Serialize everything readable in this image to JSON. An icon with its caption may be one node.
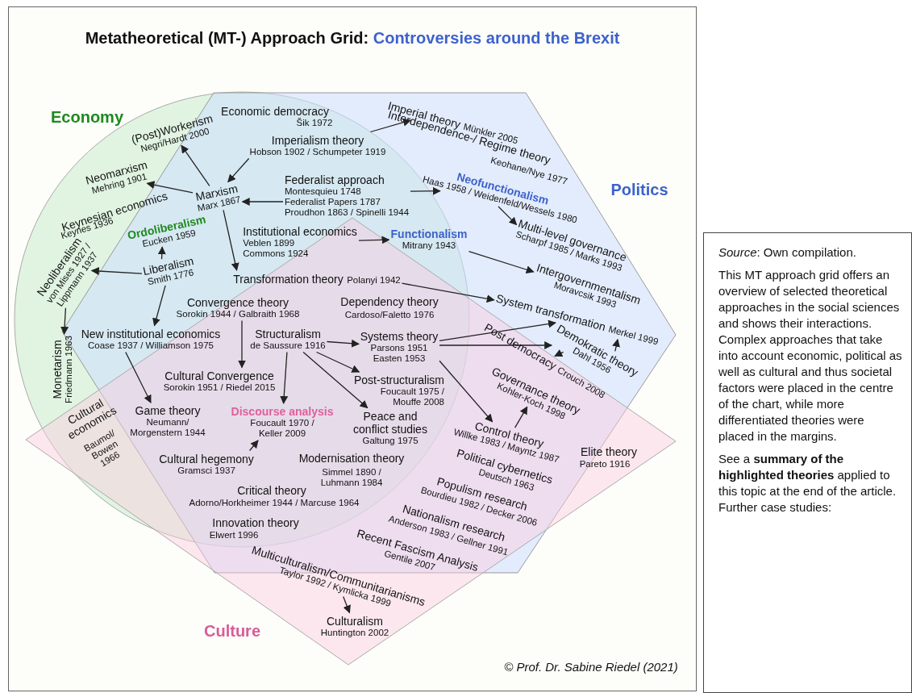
{
  "diagram": {
    "title": "Metatheoretical (MT-) Approach Grid: Controversies around the Brexit",
    "nodes": [
      {
        "text": [
          "Imperialism theory",
          "Hobson 1902 / Schumpeter 1919"
        ]
      },
      {
        "text": [
          "Imperial theory",
          "Münkler 2005"
        ]
      },
      {
        "text": [
          "Marxism",
          "Marx 1867"
        ]
      },
      {
        "text": [
          "(Post)Workerism",
          "Negri/Hardt 2000"
        ]
      },
      {
        "text": [
          "Neomarxism",
          "Mehring 1901"
        ]
      },
      {
        "text": [
          "Federalist approach",
          "Montesquieu 1748",
          "Federalist Papers 1787",
          "Proudhon 1863 / Spinelli 1944"
        ]
      },
      {
        "text": [
          "Neofunctionalism",
          "Haas 1958 / Weidenfeld/Wessels 1980"
        ]
      },
      {
        "text": [
          "Transformation theory",
          "Polanyi 1942"
        ]
      },
      {
        "text": [
          "Multi-level governance",
          "Scharpf 1985 / Marks 1993"
        ]
      },
      {
        "text": [
          "Institutional economics",
          "Veblen 1899",
          "Commons 1924"
        ]
      },
      {
        "text": [
          "Functionalism",
          "Mitrany 1943"
        ]
      },
      {
        "text": [
          "Intergovernmentalism",
          "Moravcsik 1993"
        ]
      },
      {
        "text": [
          "System transformation",
          "Merkel 1999"
        ]
      },
      {
        "text": [
          "Liberalism",
          "Smith 1776"
        ]
      },
      {
        "text": [
          "Ordoliberalism",
          "Eucken 1959"
        ]
      },
      {
        "text": [
          "Neoliberalism",
          "von Mises 1927 / Lippmann 1937"
        ]
      },
      {
        "text": [
          "New institutional economics",
          "Coase 1937 / Williamson 1975"
        ]
      },
      {
        "text": [
          "Monetarism",
          "Friedmann 1963"
        ]
      },
      {
        "text": [
          "Game theory",
          "Neumann/ Morgenstern 1944"
        ]
      },
      {
        "text": [
          "Convergence theory",
          "Sorokin 1944 / Galbraith 1968"
        ]
      },
      {
        "text": [
          "Cultural Convergence",
          "Sorokin 1951 / Riedel 2015"
        ]
      },
      {
        "text": [
          "Structuralism",
          "de Saussure 1916"
        ]
      },
      {
        "text": [
          "Systems theory",
          "Parsons 1951",
          "Easten 1953"
        ]
      },
      {
        "text": [
          "Post-structuralism",
          "Foucault 1975 / Mouffe 2008"
        ]
      },
      {
        "text": [
          "Discourse analysis",
          "Foucault 1970 / Keller 2009"
        ]
      },
      {
        "text": [
          "Peace and conflict studies",
          "Galtung 1975"
        ]
      },
      {
        "text": [
          "Cultural hegemony",
          "Gramsci 1937"
        ]
      },
      {
        "text": [
          "Demokratic theory",
          "Dahl 1956"
        ]
      },
      {
        "text": [
          "Post democracy",
          "Crouch 2008"
        ]
      },
      {
        "text": [
          "Control theory",
          "Willke 1983 / Mayntz 1987"
        ]
      },
      {
        "text": [
          "Governance theory",
          "Kohler-Koch 1998"
        ]
      },
      {
        "text": [
          "Multiculturalism/Communitarianisms",
          "Taylor 1992 / Kymlicka 1999"
        ]
      },
      {
        "text": [
          "Culturalism",
          "Huntington 2002"
        ]
      }
    ],
    "edges": [
      {
        "from": 0,
        "to": 1,
        "arrow": "to"
      },
      {
        "from": 0,
        "to": 2,
        "arrow": "to"
      },
      {
        "from": 2,
        "to": 3,
        "arrow": "to"
      },
      {
        "from": 2,
        "to": 4,
        "arrow": "to"
      },
      {
        "from": 5,
        "to": 2,
        "arrow": "to"
      },
      {
        "from": 5,
        "to": 6,
        "arrow": "to"
      },
      {
        "from": 2,
        "to": 7,
        "arrow": "to"
      },
      {
        "from": 6,
        "to": 8,
        "arrow": "to"
      },
      {
        "from": 9,
        "to": 10,
        "arrow": "to"
      },
      {
        "from": 10,
        "to": 11,
        "arrow": "to"
      },
      {
        "from": 7,
        "to": 12,
        "arrow": "to"
      },
      {
        "from": 13,
        "to": 14,
        "arrow": "to"
      },
      {
        "from": 13,
        "to": 15,
        "arrow": "to"
      },
      {
        "from": 13,
        "to": 16,
        "arrow": "to"
      },
      {
        "from": 15,
        "to": 17,
        "arrow": "to"
      },
      {
        "from": 16,
        "to": 18,
        "arrow": "to"
      },
      {
        "from": 19,
        "to": 20,
        "arrow": "to"
      },
      {
        "from": 21,
        "to": 22,
        "arrow": "to"
      },
      {
        "from": 21,
        "to": 23,
        "arrow": "to"
      },
      {
        "from": 21,
        "to": 24,
        "arrow": "to"
      },
      {
        "from": 21,
        "to": 25,
        "arrow": "to"
      },
      {
        "from": 26,
        "to": 24,
        "arrow": "to"
      },
      {
        "from": 22,
        "to": 12,
        "arrow": "to"
      },
      {
        "from": 22,
        "to": 27,
        "arrow": "to"
      },
      {
        "from": 22,
        "to": 29,
        "arrow": "to"
      },
      {
        "from": 27,
        "to": 28,
        "arrow": "to"
      },
      {
        "from": 27,
        "to": 12,
        "arrow": "to"
      },
      {
        "from": 29,
        "to": 30,
        "arrow": "to"
      },
      {
        "from": 31,
        "to": 32,
        "arrow": "to"
      }
    ],
    "labels": [
      "Economy",
      "Economic democracy",
      "Šik 1972",
      "Interdependence-/ Regime theory",
      "Keohane/Nye 1977",
      "Politics",
      "Keynesian economics",
      "Keynes 1936",
      "Dependency theory",
      "Cardoso/Faletto 1976",
      "Cultural economics",
      "Baumol/ Bowen 1966",
      "Modernisation theory",
      "Simmel 1890 / Luhmann 1984",
      "Critical theory",
      "Adorno/Horkheimer 1944 / Marcuse 1964",
      "Innovation theory",
      "Elwert 1996",
      "Political cybernetics",
      "Deutsch 1963",
      "Populism research",
      "Bourdieu 1982 / Decker 2006",
      "Nationalism research",
      "Anderson 1983 / Gellner 1991",
      "Recent Fascism Analysis",
      "Gentile 2007",
      "Elite theory",
      "Pareto 1916",
      "Culture",
      "© Prof. Dr. Sabine Riedel (2021)",
      "*Source*: Own compilation.",
      "This MT approach grid offers an overview of selected theoretical approaches in the social sciences and shows their interactions. Complex approaches that take into account economic, political as well as cultural and thus societal factors were placed in the centre of the chart, while more differentiated theories were placed in the margins.",
      "See a **summary of the highlighted theories** applied to this topic at the end of the article. Further case studies:"
    ]
  }
}
